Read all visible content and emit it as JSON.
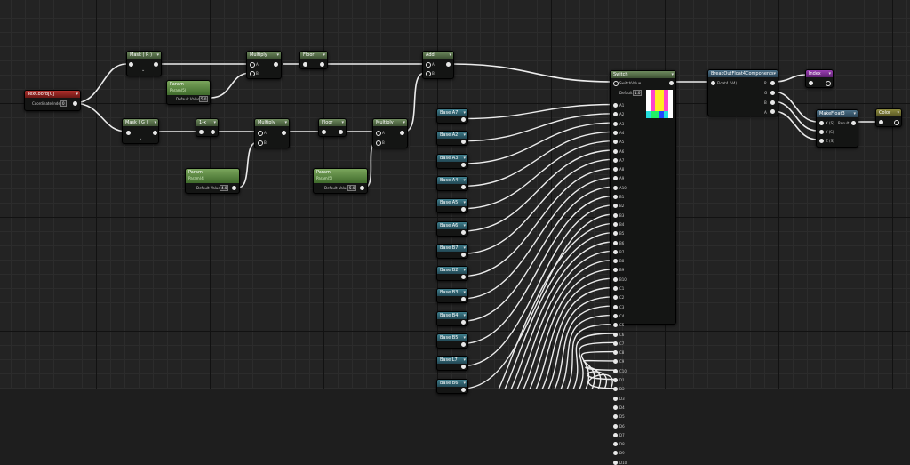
{
  "nodes": {
    "texcoord": {
      "title": "TexCoord[0]",
      "output_label": "Coordinate Index",
      "output_value": "0"
    },
    "mask_r": {
      "title": "Mask ( R )"
    },
    "mask_g": {
      "title": "Mask ( G )"
    },
    "param1": {
      "title": "Param",
      "subtitle": "Param(5)",
      "default_label": "Default Value",
      "default_value": "5.0"
    },
    "multiply1": {
      "title": "Multiply",
      "pin_a": "A",
      "pin_b": "B"
    },
    "floor1": {
      "title": "Floor"
    },
    "add": {
      "title": "Add",
      "pin_a": "A",
      "pin_b": "B"
    },
    "one_minus": {
      "title": "1-x"
    },
    "multiply2": {
      "title": "Multiply",
      "pin_a": "A",
      "pin_b": "B"
    },
    "floor2": {
      "title": "Floor"
    },
    "multiply3": {
      "title": "Multiply",
      "pin_a": "A",
      "pin_b": "B"
    },
    "param2": {
      "title": "Param",
      "subtitle": "Param(4)",
      "default_label": "Default Value",
      "default_value": "4.0"
    },
    "param3": {
      "title": "Param",
      "subtitle": "Param(5)",
      "default_label": "Default Value",
      "default_value": "5.0"
    },
    "switch": {
      "title": "Switch",
      "switch_value": "SwitchValue",
      "default_label": "Default",
      "default_value": "1.0",
      "inputs": [
        "A1",
        "A2",
        "A3",
        "A4",
        "A5",
        "A6",
        "A7",
        "A8",
        "A9",
        "A10",
        "B1",
        "B2",
        "B3",
        "B4",
        "B5",
        "B6",
        "B7",
        "B8",
        "B9",
        "B10",
        "C1",
        "C2",
        "C3",
        "C4",
        "C5",
        "C6",
        "C7",
        "C8",
        "C9",
        "C10",
        "D1",
        "D2",
        "D3",
        "D4",
        "D5",
        "D6",
        "D7",
        "D8",
        "D9",
        "D10"
      ]
    },
    "break": {
      "title": "BreakOutFloat4Components",
      "input": "Float4 (V4)",
      "outputs": [
        "R",
        "G",
        "B",
        "A"
      ]
    },
    "index": {
      "title": "Index"
    },
    "makefloat3": {
      "title": "MakeFloat3",
      "inputs": [
        "X (S)",
        "Y (S)",
        "Z (S)"
      ],
      "output": "Result"
    },
    "color": {
      "title": "Color"
    }
  },
  "base_nodes": [
    "Base A7",
    "Base A2",
    "Base A3",
    "Base A4",
    "Base A5",
    "Base A6",
    "Base B7",
    "Base B2",
    "Base B3",
    "Base B4",
    "Base B5",
    "Base L7",
    "Base B6"
  ],
  "colors": {
    "swatch_top": [
      "#ffffff",
      "#ff44cc",
      "#ffee22",
      "#ffee22",
      "#ff44cc",
      "#ffffff"
    ],
    "swatch_bottom": [
      "#22dddd",
      "#22ee66",
      "#22ee66",
      "#2244ff",
      "#22dddd",
      "#ffffff"
    ]
  }
}
